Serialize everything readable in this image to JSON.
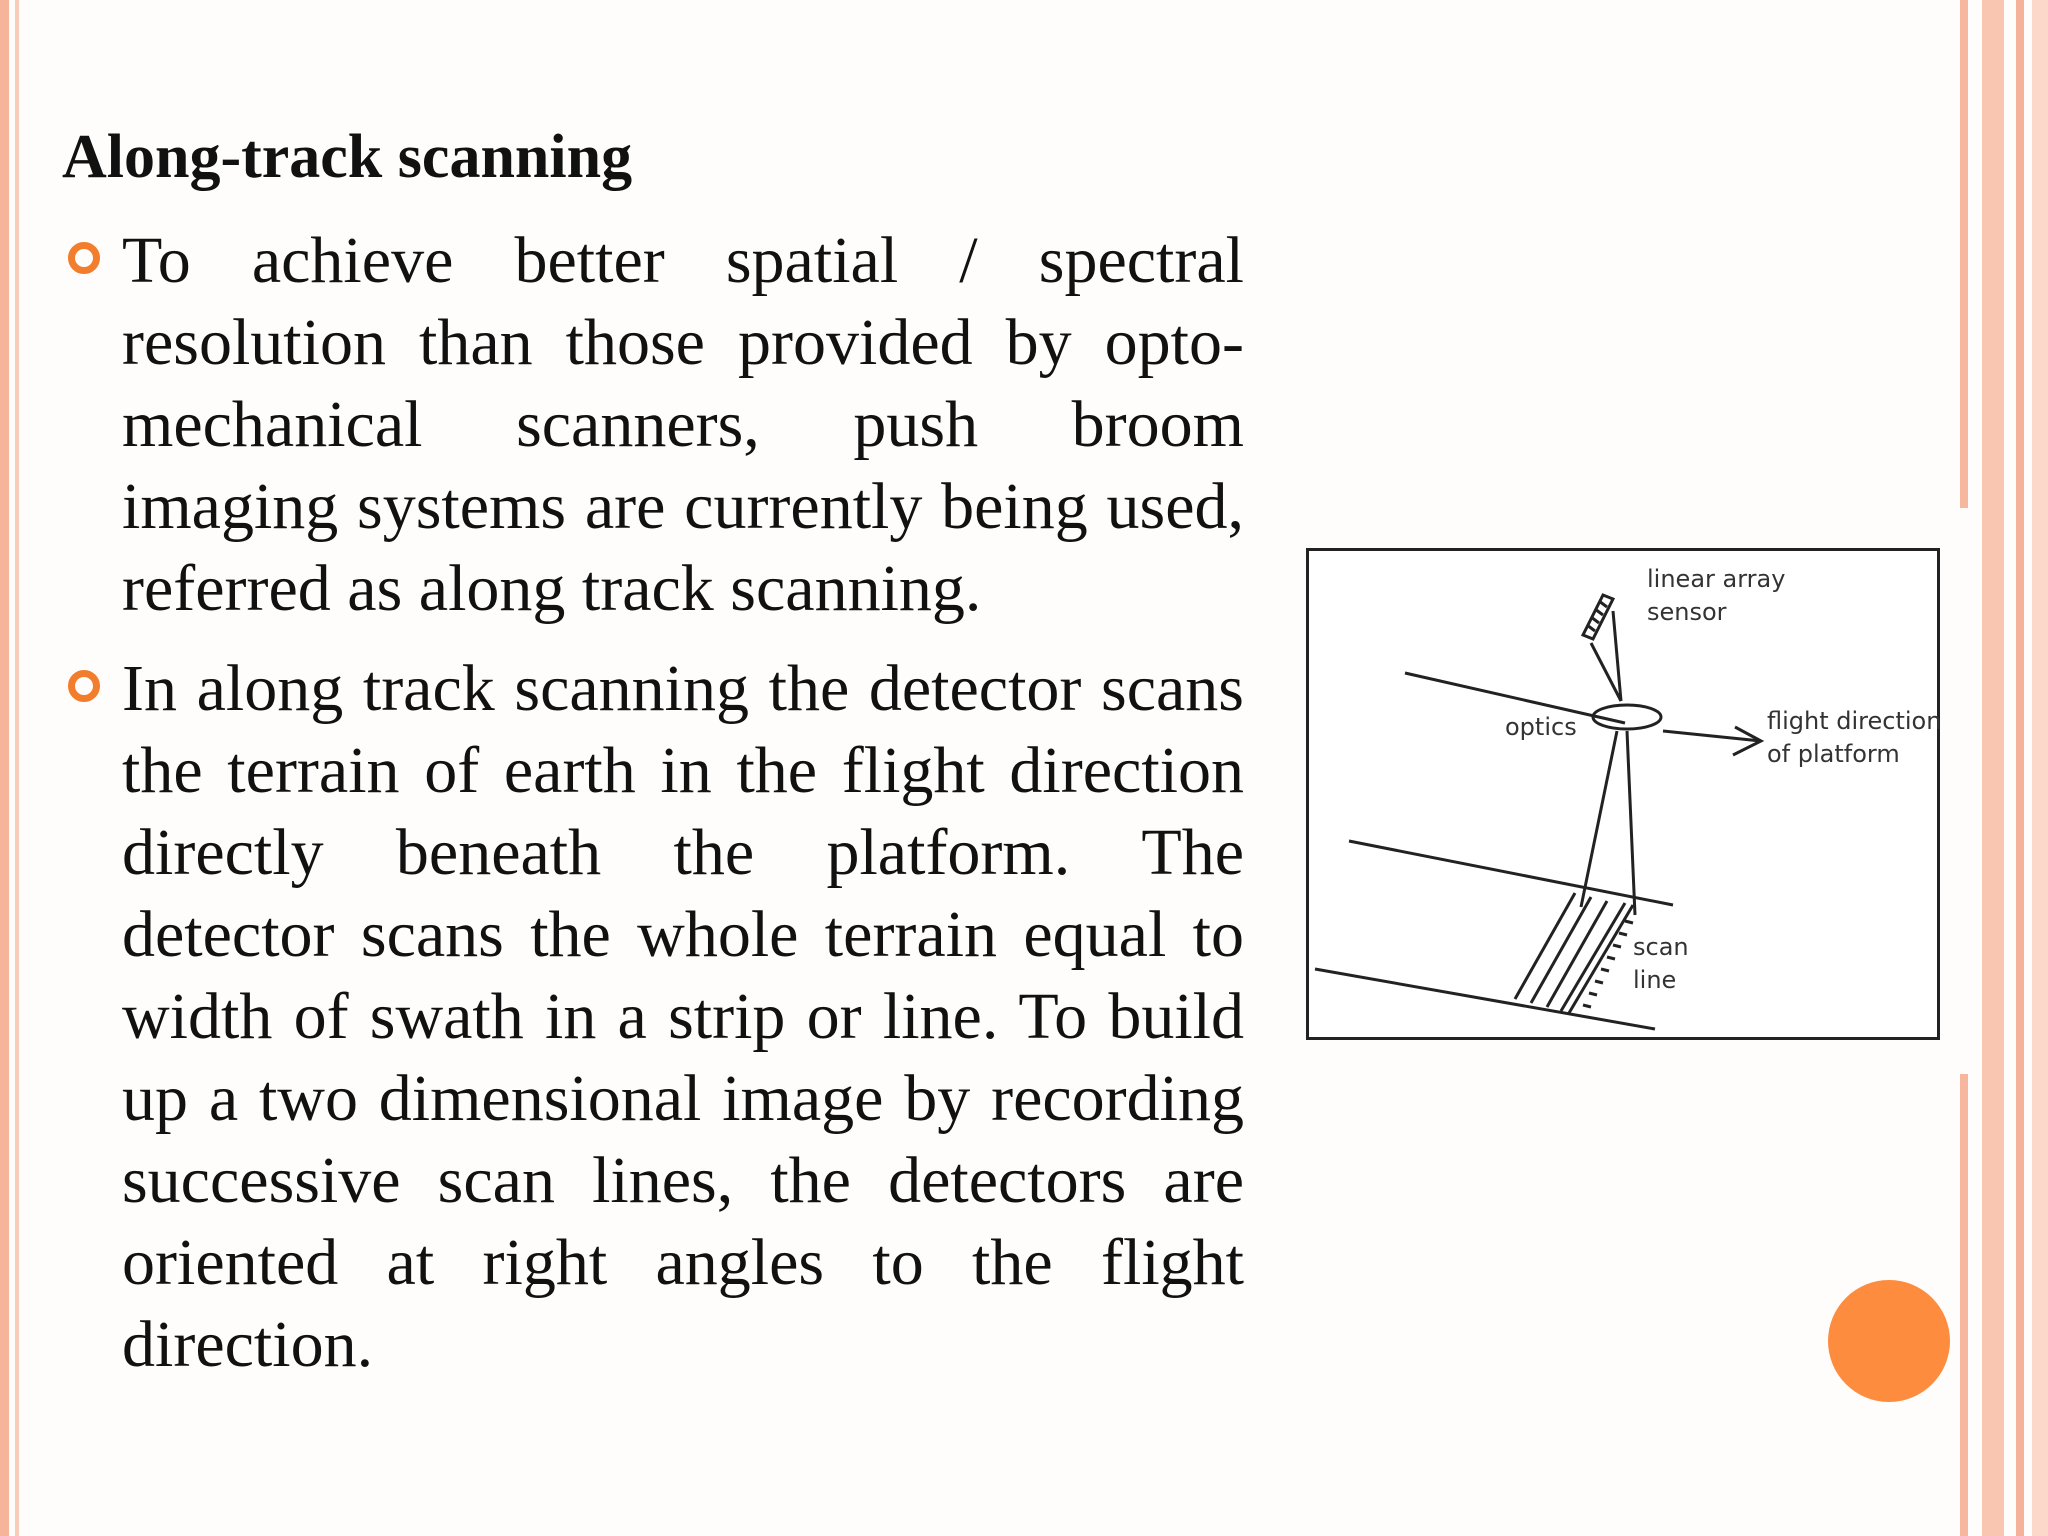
{
  "slide": {
    "title": "Along-track scanning",
    "bullets": [
      "To achieve better spatial / spectral resolution than those provided by opto-mechanical scanners, push broom imaging systems are currently being used, referred as along track scanning.",
      "In along track scanning the detector scans the terrain of earth in the flight direction directly beneath the platform. The detector scans the whole terrain equal to width of swath in a strip or line. To build up a two dimensional image by recording successive scan lines, the detectors are oriented at right angles to the flight direction."
    ]
  },
  "figure": {
    "labels": {
      "linear_array_1": "linear array",
      "linear_array_2": "sensor",
      "optics": "optics",
      "flight_1": "flight direction",
      "flight_2": "of platform",
      "scan_1": "scan",
      "scan_2": "line"
    }
  },
  "colors": {
    "accent": "#fd8c3e",
    "bullet_marker": "#f27d2d",
    "border_light": "#f9c6b1",
    "text": "#111111"
  }
}
